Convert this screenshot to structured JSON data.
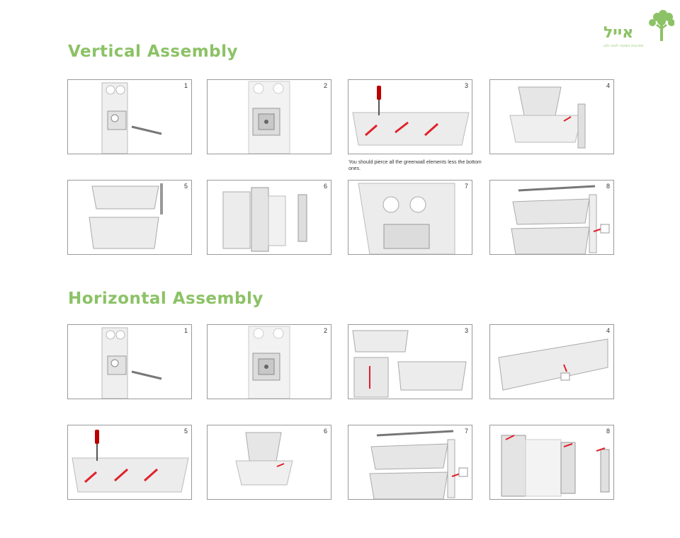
{
  "brand": {
    "name": "אייל",
    "tagline": "פתרונות השקיה לגינה ולגג",
    "accent": "#8cc266",
    "logo_icon": "tree-icon"
  },
  "vertical": {
    "title": "Vertical Assembly",
    "steps": [
      "1",
      "2",
      "3",
      "4",
      "5",
      "6",
      "7",
      "8"
    ],
    "note": "You should pierce all the greenwall elements less the bottom ones."
  },
  "horizontal": {
    "title": "Horizontal Assembly",
    "steps": [
      "1",
      "2",
      "3",
      "4",
      "5",
      "6",
      "7",
      "8"
    ]
  },
  "colors": {
    "panel_border": "#9a9a9a",
    "arrow": "#e0202a",
    "module_shade": "#d8d8d8"
  }
}
